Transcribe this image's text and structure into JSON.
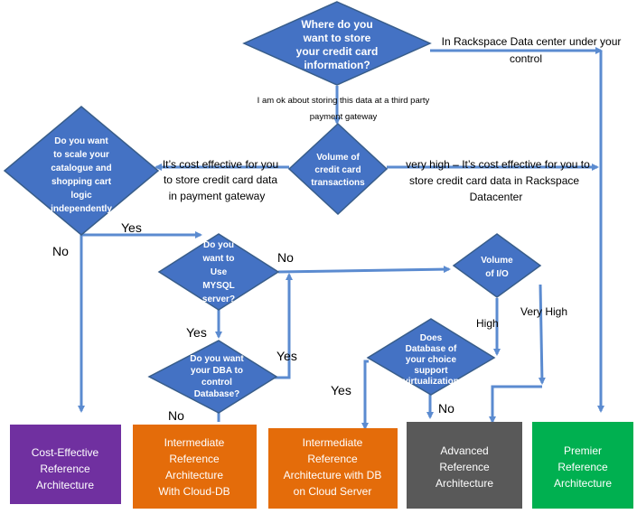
{
  "colors": {
    "diamond": "#4472c4",
    "arrow": "#5b8bd0",
    "box_purple": "#7030a0",
    "box_orange": "#e46c0a",
    "box_gray": "#595959",
    "box_green": "#00b050"
  },
  "decisions": {
    "store_where": [
      "Where do you",
      "want to store",
      "your credit card",
      "information?"
    ],
    "volume_transactions": [
      "Volume of",
      "credit  card",
      "transactions"
    ],
    "scale_catalogue": [
      "Do you want",
      "to scale your",
      "catalogue and",
      "shopping cart",
      "logic",
      "independently"
    ],
    "use_mysql": [
      "Do you",
      "want to",
      "Use",
      "MYSQL",
      "server?"
    ],
    "dba_control": [
      "Do you want",
      "your DBA to",
      "control",
      "Database?"
    ],
    "volume_io": [
      "Volume",
      "of I/O"
    ],
    "virtualization": [
      "Does",
      "Database of",
      "your choice",
      "support",
      "virtualization"
    ]
  },
  "edge_labels": {
    "rackspace_control": [
      "In Rackspace Data center under your",
      "control"
    ],
    "third_party": [
      "I am ok about storing this data at a third party",
      "payment gateway"
    ],
    "cost_effective_gateway": [
      "It’s cost effective for you",
      "to store  credit card data",
      "in payment  gateway"
    ],
    "very_high_rackspace": [
      "very high – It’s cost effective for you to",
      "store credit card data in Rackspace",
      "Datacenter"
    ],
    "yes_scale": "Yes",
    "no_scale": "No",
    "no_mysql": "No",
    "yes_mysql": "Yes",
    "yes_dba": "Yes",
    "no_dba": "No",
    "high_io": "High",
    "very_high_io": "Very High",
    "yes_virt": "Yes",
    "no_virt": "No"
  },
  "boxes": {
    "cost_effective": [
      "Cost-Effective",
      "Reference",
      "Architecture"
    ],
    "intermediate_cloud_db": [
      "Intermediate",
      "Reference",
      "Architecture",
      "With Cloud-DB"
    ],
    "intermediate_cloud_server": [
      "Intermediate",
      "Reference",
      "Architecture with DB",
      "on Cloud Server"
    ],
    "advanced": [
      "Advanced",
      "Reference",
      "Architecture"
    ],
    "premier": [
      "Premier",
      "Reference",
      "Architecture"
    ]
  }
}
